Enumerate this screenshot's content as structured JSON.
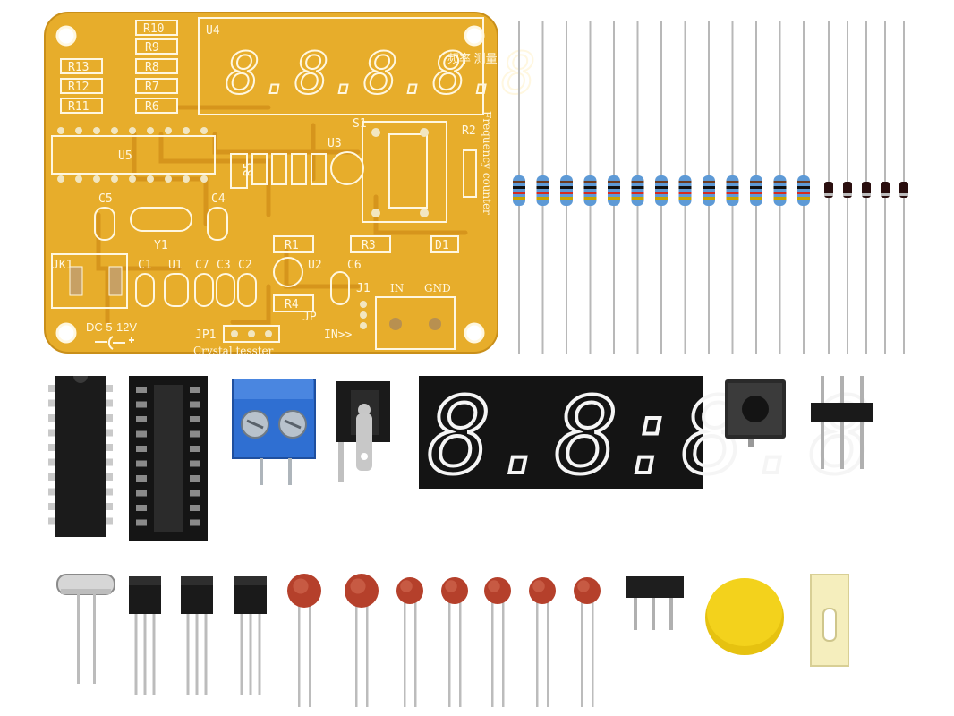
{
  "pcb": {
    "labels": {
      "u4": "U4",
      "u5": "U5",
      "u3": "U3",
      "u1": "U1",
      "u2": "U2",
      "s1": "S1",
      "r1": "R1",
      "r2": "R2",
      "r3": "R3",
      "r4": "R4",
      "r5": "R5",
      "r6": "R6",
      "r7": "R7",
      "r8": "R8",
      "r9": "R9",
      "r10": "R10",
      "r11": "R11",
      "r12": "R12",
      "r13": "R13",
      "c1": "C1",
      "c2": "C2",
      "c3": "C3",
      "c4": "C4",
      "c5": "C5",
      "c6": "C6",
      "c7": "C7",
      "y1": "Y1",
      "jk1": "JK1",
      "j1": "J1",
      "jp1": "JP1",
      "d1": "D1",
      "in": "IN",
      "gnd": "GND",
      "in_arrow": "IN>>",
      "jp": "JP",
      "dc": "DC 5-12V",
      "crystal": "Crystal tesster",
      "freq": "Frequency counter",
      "cn_label": "频率 测量",
      "display_digits": "8.8.8.8.8"
    }
  },
  "parts": {
    "display_digits": "8.8:8.8"
  },
  "colors": {
    "pcb": "#e7ad2b",
    "silk": "#fff7e0",
    "ceramic": "#b5402b",
    "led": "#ffffff",
    "terminal": "#2f6fd2",
    "button_cap": "#f3d21c"
  }
}
